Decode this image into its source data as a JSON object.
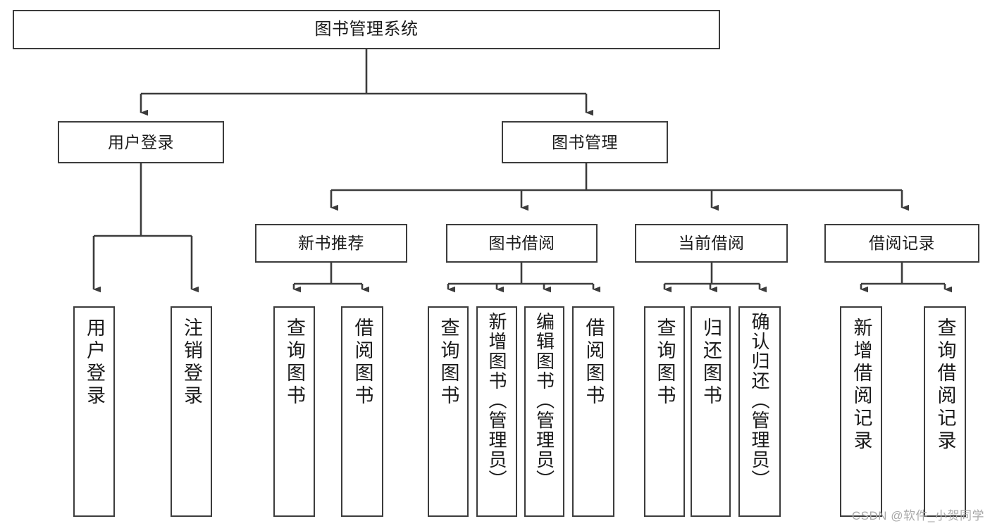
{
  "diagram": {
    "title": "图书管理系统",
    "type": "tree-hierarchy-flowchart",
    "background_color": "#ffffff",
    "border_color": "#3c3c3c",
    "text_color": "#1a1a1a",
    "nodes": {
      "root": {
        "label": "图书管理系统"
      },
      "level2": [
        {
          "label": "用户登录"
        },
        {
          "label": "图书管理"
        }
      ],
      "level3": [
        {
          "label": "新书推荐"
        },
        {
          "label": "图书借阅"
        },
        {
          "label": "当前借阅"
        },
        {
          "label": "借阅记录"
        }
      ],
      "leaves_user_login": [
        {
          "label": "用户登录"
        },
        {
          "label": "注销登录"
        }
      ],
      "leaves_new_book": [
        {
          "label": "查询图书"
        },
        {
          "label": "借阅图书"
        }
      ],
      "leaves_borrow": [
        {
          "label": "查询图书"
        },
        {
          "label": "新增图书（管理员）"
        },
        {
          "label": "编辑图书（管理员）"
        },
        {
          "label": "借阅图书"
        }
      ],
      "leaves_current": [
        {
          "label": "查询图书"
        },
        {
          "label": "归还图书"
        },
        {
          "label": "确认归还（管理员）"
        }
      ],
      "leaves_records": [
        {
          "label": "新增借阅记录"
        },
        {
          "label": "查询借阅记录"
        }
      ]
    },
    "watermark": "CSDN @软件_小贺同学"
  }
}
